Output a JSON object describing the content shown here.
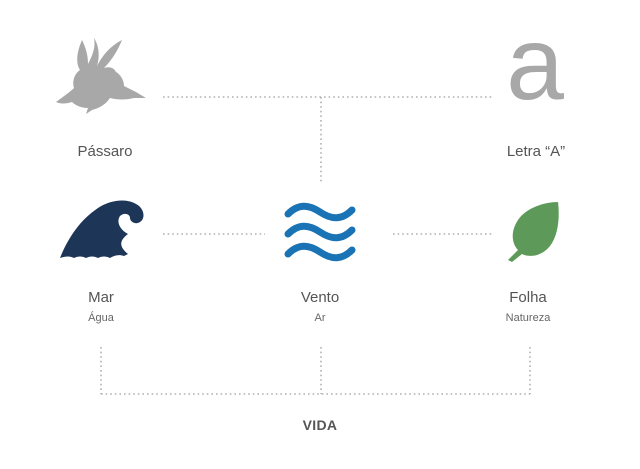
{
  "nodes": {
    "passaro": {
      "name": "Pássaro",
      "icon": "dove-icon",
      "color": "#a8a8a8"
    },
    "letra_a": {
      "name": "Letra “A”",
      "glyph": "a",
      "icon": "letter-a-icon",
      "color": "#a8a8a8"
    },
    "mar": {
      "name": "Mar",
      "sub": "Água",
      "icon": "wave-icon",
      "color": "#1d3557"
    },
    "vento": {
      "name": "Vento",
      "sub": "Ar",
      "icon": "wind-icon",
      "color": "#1a73b5"
    },
    "folha": {
      "name": "Folha",
      "sub": "Natureza",
      "icon": "leaf-icon",
      "color": "#5d9a5a"
    }
  },
  "root": {
    "label": "VIDA"
  },
  "connector_color": "#b0b0b0"
}
